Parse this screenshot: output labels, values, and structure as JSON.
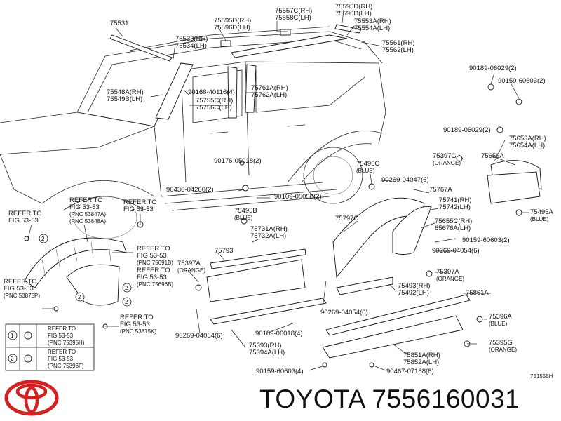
{
  "diagram": {
    "code": "751555H",
    "footer": {
      "brand": "TOYOTA",
      "part_number": "7556160031"
    },
    "colors": {
      "logo_red": "#d61f1f",
      "line": "#222222"
    },
    "callouts": [
      {
        "id": "c1",
        "lines": [
          "75531"
        ]
      },
      {
        "id": "c2",
        "lines": [
          "75595D(RH)",
          "75596D(LH)"
        ]
      },
      {
        "id": "c3",
        "lines": [
          "75557C(RH)",
          "75558C(LH)"
        ]
      },
      {
        "id": "c4",
        "lines": [
          "75595D(RH)",
          "75596D(LH)"
        ]
      },
      {
        "id": "c5",
        "lines": [
          "75533(RH)",
          "75534(LH)"
        ]
      },
      {
        "id": "c6",
        "lines": [
          "75553A(RH)",
          "75554A(LH)"
        ]
      },
      {
        "id": "c7",
        "lines": [
          "75561(RH)",
          "75562(LH)"
        ]
      },
      {
        "id": "c8",
        "lines": [
          "90189-06029(2)"
        ]
      },
      {
        "id": "c9",
        "lines": [
          "90159-60603(2)"
        ]
      },
      {
        "id": "c10",
        "lines": [
          "75548A(RH)",
          "75549B(LH)"
        ]
      },
      {
        "id": "c11",
        "lines": [
          "90168-40116(4)"
        ]
      },
      {
        "id": "c12",
        "lines": [
          "75755C(RH)",
          "75756C(LH)"
        ]
      },
      {
        "id": "c13",
        "lines": [
          "75761A(RH)",
          "75762A(LH)"
        ]
      },
      {
        "id": "c14",
        "lines": [
          "90189-06029(2)"
        ]
      },
      {
        "id": "c15",
        "lines": [
          "75653A(RH)",
          "75654A(LH)"
        ]
      },
      {
        "id": "c16",
        "lines": [
          "75397G",
          "(ORANGE)"
        ]
      },
      {
        "id": "c17",
        "lines": [
          "75659A"
        ]
      },
      {
        "id": "c18",
        "lines": [
          "90176-05018(2)"
        ]
      },
      {
        "id": "c19",
        "lines": [
          "75495C",
          "(BLUE)"
        ]
      },
      {
        "id": "c20",
        "lines": [
          "90269-04047(6)"
        ]
      },
      {
        "id": "c21",
        "lines": [
          "90430-04260(2)"
        ]
      },
      {
        "id": "c22",
        "lines": [
          "90109-05058(2)"
        ]
      },
      {
        "id": "c23",
        "lines": [
          "75767A"
        ]
      },
      {
        "id": "c24",
        "lines": [
          "75741(RH)",
          "75742(LH)"
        ]
      },
      {
        "id": "c25",
        "lines": [
          "75495A",
          "(BLUE)"
        ]
      },
      {
        "id": "c26",
        "lines": [
          "REFER TO",
          "FIG 53-53"
        ]
      },
      {
        "id": "c27",
        "lines": [
          "REFER TO",
          "FIG 53-53",
          "(PNC 53847A)",
          "(PNC 53848A)"
        ]
      },
      {
        "id": "c28",
        "lines": [
          "REFER TO",
          "FIG 53-53"
        ]
      },
      {
        "id": "c29",
        "lines": [
          "75495B",
          "(BLUE)"
        ]
      },
      {
        "id": "c30",
        "lines": [
          "75797C"
        ]
      },
      {
        "id": "c31",
        "lines": [
          "75655C(RH)",
          "65676A(LH)"
        ]
      },
      {
        "id": "c32",
        "lines": [
          "90159-60603(2)"
        ]
      },
      {
        "id": "c33",
        "lines": [
          "75731A(RH)",
          "75732A(LH)"
        ]
      },
      {
        "id": "c34",
        "lines": [
          "REFER TO",
          "FIG 53-53",
          "(PNC 75691B)"
        ]
      },
      {
        "id": "c35",
        "lines": [
          "75793"
        ]
      },
      {
        "id": "c36",
        "lines": [
          "90269-04054(6)"
        ]
      },
      {
        "id": "c37",
        "lines": [
          "75397A",
          "(ORANGE)"
        ]
      },
      {
        "id": "c38",
        "lines": [
          "75397A",
          "(ORANGE)"
        ]
      },
      {
        "id": "c39",
        "lines": [
          "REFER TO",
          "FIG 53-53",
          "(PNC 75696B)"
        ]
      },
      {
        "id": "c40",
        "lines": [
          "75493(RH)",
          "75492(LH)"
        ]
      },
      {
        "id": "c41",
        "lines": [
          "75861A"
        ]
      },
      {
        "id": "c42",
        "lines": [
          "90269-04054(6)"
        ]
      },
      {
        "id": "c43",
        "lines": [
          "75396A",
          "(BLUE)"
        ]
      },
      {
        "id": "c44",
        "lines": [
          "REFER TO",
          "FIG 53-53",
          "(PNC 53875P)"
        ]
      },
      {
        "id": "c45",
        "lines": [
          "REFER TO",
          "FIG 53-53",
          "(PNC 53875K)"
        ]
      },
      {
        "id": "c46",
        "lines": [
          "90269-04054(6)"
        ]
      },
      {
        "id": "c47",
        "lines": [
          "90189-06018(4)"
        ]
      },
      {
        "id": "c48",
        "lines": [
          "75393(RH)",
          "75394A(LH)"
        ]
      },
      {
        "id": "c49",
        "lines": [
          "75851A(RH)",
          "75852A(LH)"
        ]
      },
      {
        "id": "c50",
        "lines": [
          "75395G",
          "(ORANGE)"
        ]
      },
      {
        "id": "c51",
        "lines": [
          "90159-60603(4)"
        ]
      },
      {
        "id": "c52",
        "lines": [
          "90467-07188(8)"
        ]
      }
    ],
    "legend": [
      {
        "num": "1",
        "lines": [
          "REFER TO",
          "FIG 53-53",
          "(PNC 75395H)"
        ]
      },
      {
        "num": "2",
        "lines": [
          "REFER TO",
          "FIG 53-53",
          "(PNC 75396F)"
        ]
      }
    ],
    "circle_marker_label": "2"
  }
}
